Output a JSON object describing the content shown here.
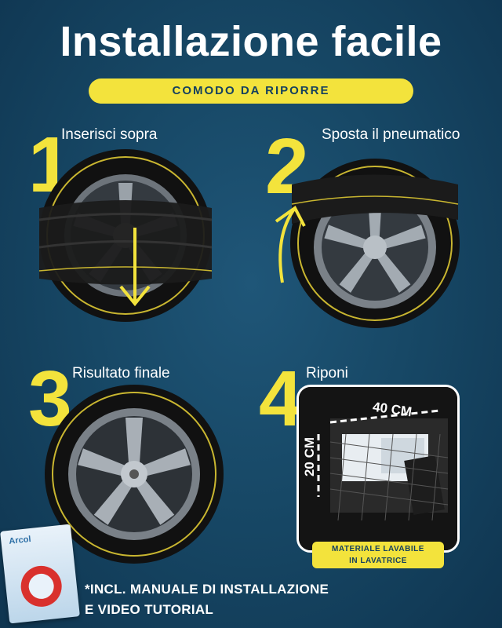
{
  "title": "Installazione facile",
  "subtitle": "COMODO DA RIPORRE",
  "steps": [
    {
      "number": "1",
      "label": "Inserisci sopra"
    },
    {
      "number": "2",
      "label": "Sposta il pneumatico"
    },
    {
      "number": "3",
      "label": "Risultato finale"
    },
    {
      "number": "4",
      "label": "Riponi"
    }
  ],
  "dimensions": {
    "width": "40 CM",
    "height": "20 CM"
  },
  "bag_label": [
    "MATERIALE LAVABILE",
    "IN LAVATRICE"
  ],
  "footer": [
    "*INCL. MANUALE DI INSTALLAZIONE",
    "E VIDEO TUTORIAL"
  ],
  "brand": "Arcol",
  "colors": {
    "accent": "#f3e33c",
    "background": "#174866"
  }
}
